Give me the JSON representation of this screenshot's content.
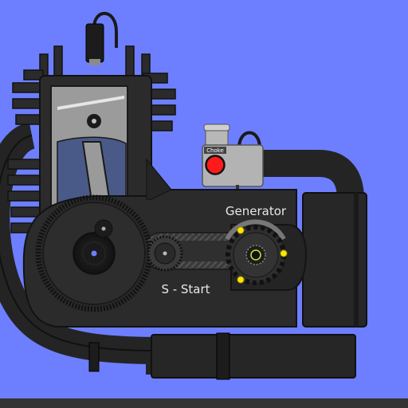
{
  "labels": {
    "generator": "Generator",
    "start_hint": "S - Start",
    "choke": "Choke"
  },
  "colors": {
    "background": "#6d7ffe",
    "engine_body": "#2b2b2b",
    "engine_outline": "#1a1a1a",
    "cylinder_fill": "#9a9a9a",
    "piston_dark": "#4a5a88",
    "choke_button": "#ff1a1a",
    "led": "#ffe600",
    "label_text": "#e8e8e8",
    "floor": "#333333"
  },
  "icons": {
    "spark_plug": "spark-plug-icon",
    "flywheel": "flywheel-gear-icon",
    "pulley": "small-pulley-icon",
    "generator_rotor": "generator-rotor-icon"
  }
}
